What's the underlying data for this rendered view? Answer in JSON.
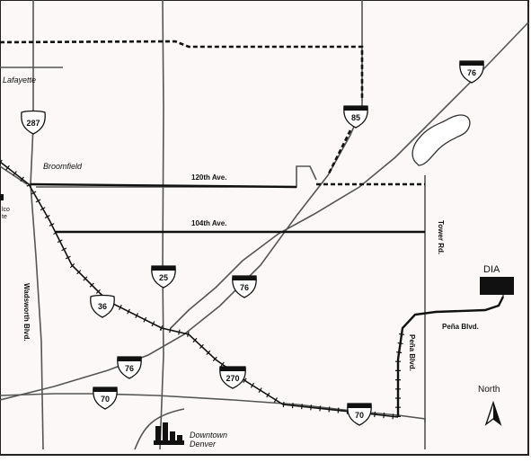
{
  "map": {
    "towns": {
      "lafayette": "Lafayette",
      "broomfield": "Broomfield",
      "westminster_partial": "lco\nte"
    },
    "streets": {
      "ave_120": "120th Ave.",
      "ave_104": "104th Ave.",
      "tower_rd": "Tower Rd.",
      "wadsworth": "Wadsworth Blvd.",
      "pena_blvd_horizontal": "Peña Blvd.",
      "pena_blvd_vertical": "Peña Blvd."
    },
    "shields": {
      "i76_northeast": "76",
      "us287": "287",
      "i85": "85",
      "i25": "25",
      "i76_middle": "76",
      "us36": "36",
      "i76_southwest": "76",
      "i270": "270",
      "i70_west": "70",
      "i70_east": "70"
    },
    "airport_label": "DIA",
    "downtown_label": "Downtown\nDenver",
    "north_label": "North"
  }
}
